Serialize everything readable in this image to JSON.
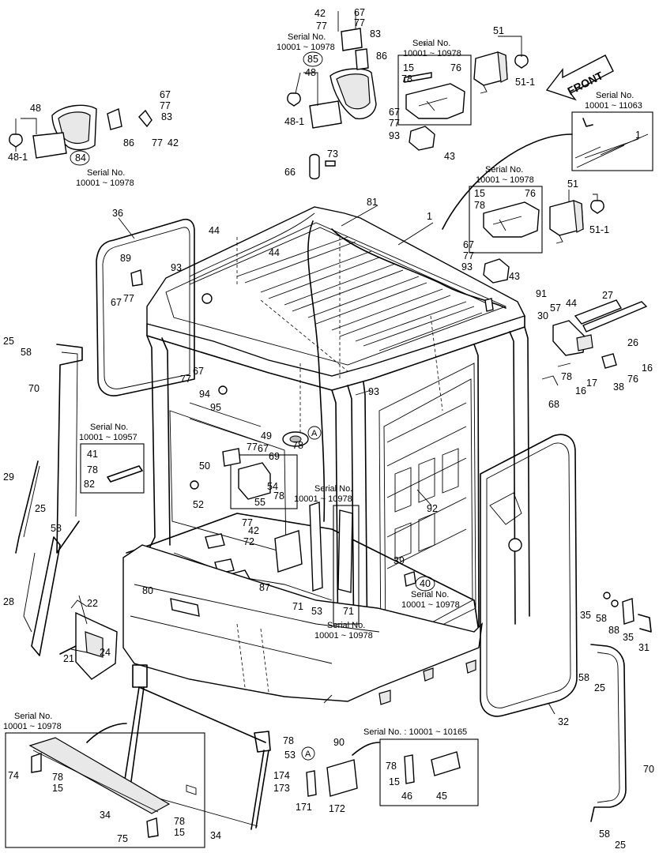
{
  "serial_notes": {
    "s1": "Serial No.",
    "s1b": "10001 ~ 10978",
    "s2": "Serial No.",
    "s2b": "10001 ~ 10978",
    "s3": "Serial No.",
    "s3b": "10001 ~ 10978",
    "s4": "Serial No.",
    "s4b": "10001 ~ 11063",
    "s5": "Serial No.",
    "s5b": "10001 ~ 10978",
    "s6": "Serial No.",
    "s6b": "10001 ~ 10957",
    "s7": "Serial No.",
    "s7b": "10001 ~ 10978",
    "s8": "Serial No.",
    "s8b": "10001 ~ 10978",
    "s9": "Serial No.",
    "s9b": "10001 ~ 10978",
    "s10": "Serial No.",
    "s10b": "10001 ~ 10978",
    "s11": "Serial No. : 10001 ~ 10165"
  },
  "front_label": "FRONT",
  "ref_a": "A",
  "parts": {
    "p1": "1",
    "p15": "15",
    "p16": "16",
    "p17": "17",
    "p21": "21",
    "p22": "22",
    "p24": "24",
    "p25": "25",
    "p26": "26",
    "p27": "27",
    "p28": "28",
    "p29": "29",
    "p30": "30",
    "p31": "31",
    "p32": "32",
    "p34": "34",
    "p35": "35",
    "p36": "36",
    "p38": "38",
    "p39": "39",
    "p40": "40",
    "p41": "41",
    "p42": "42",
    "p43": "43",
    "p44": "44",
    "p45": "45",
    "p46": "46",
    "p48": "48",
    "p48_1": "48-1",
    "p49": "49",
    "p50": "50",
    "p51": "51",
    "p51_1": "51-1",
    "p52": "52",
    "p53": "53",
    "p54": "54",
    "p55": "55",
    "p57": "57",
    "p58": "58",
    "p66": "66",
    "p67": "67",
    "p68": "68",
    "p69": "69",
    "p70": "70",
    "p71": "71",
    "p72": "72",
    "p73": "73",
    "p74": "74",
    "p75": "75",
    "p76": "76",
    "p77": "77",
    "p78": "78",
    "p80": "80",
    "p81": "81",
    "p82": "82",
    "p83": "83",
    "p84": "84",
    "p85": "85",
    "p86": "86",
    "p87": "87",
    "p88": "88",
    "p89": "89",
    "p90": "90",
    "p91": "91",
    "p92": "92",
    "p93": "93",
    "p94": "94",
    "p95": "95",
    "p171": "171",
    "p172": "172",
    "p173": "173",
    "p174": "174"
  }
}
